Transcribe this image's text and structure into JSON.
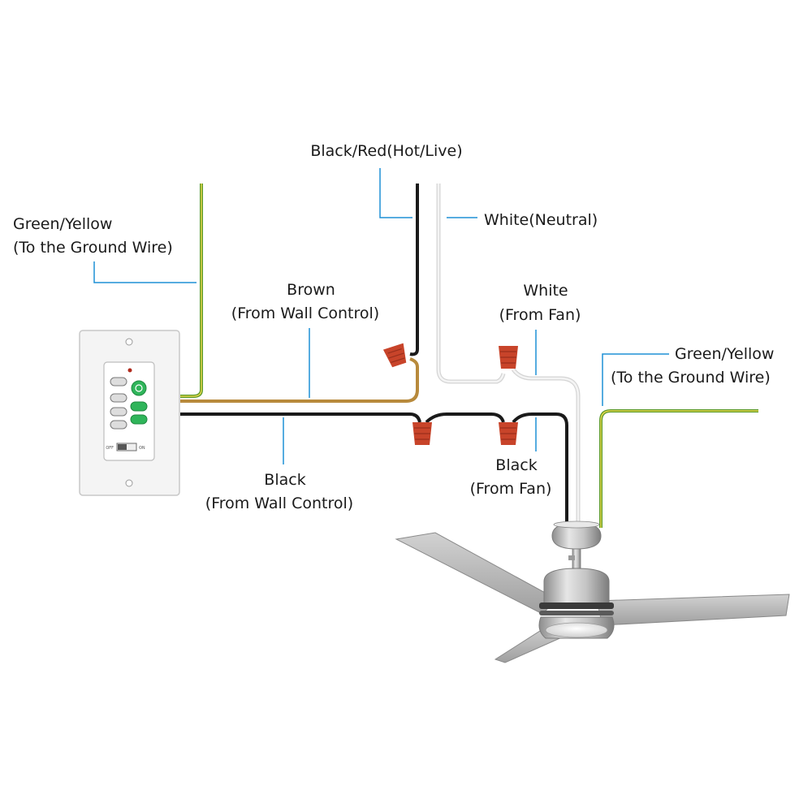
{
  "labels": {
    "hot_live": "Black/Red(Hot/Live)",
    "neutral": "White(Neutral)",
    "ground_left_line1": "Green/Yellow",
    "ground_left_line2": "(To the Ground Wire)",
    "brown_line1": "Brown",
    "brown_line2": "(From Wall Control)",
    "white_fan_line1": "White",
    "white_fan_line2": "(From Fan)",
    "ground_right_line1": "Green/Yellow",
    "ground_right_line2": "(To the Ground Wire)",
    "black_wall_line1": "Black",
    "black_wall_line2": "(From Wall Control)",
    "black_fan_line1": "Black",
    "black_fan_line2": "(From Fan)"
  },
  "wall_control": {
    "switch_off": "OFF",
    "switch_on": "ON"
  },
  "colors": {
    "leader": "#1e90d6",
    "black_wire": "#1a1a1a",
    "white_wire": "#e4e4e4",
    "brown_wire": "#b88a3c",
    "ground_green": "#5a9a2a",
    "ground_yellow": "#e3d44a",
    "wire_nut": "#c8442a",
    "button_green": "#2fb55a"
  },
  "icons": [
    "wire-nut-icon",
    "wall-control-icon",
    "ceiling-fan-icon"
  ]
}
